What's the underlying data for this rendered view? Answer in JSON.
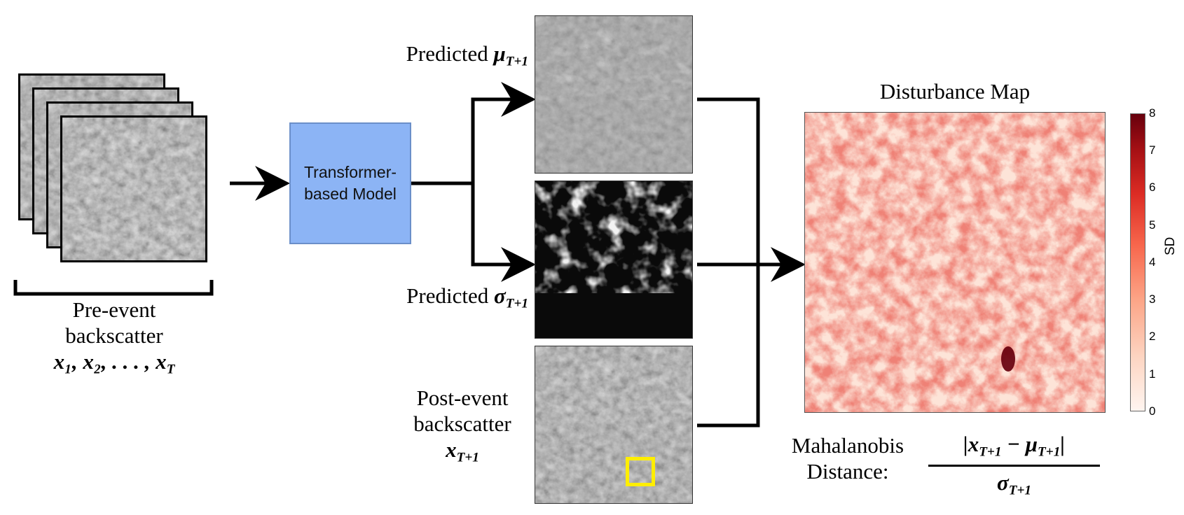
{
  "pre_event": {
    "label_line1": "Pre-event",
    "label_line2": "backscatter",
    "formula": "x₁, x₂, . . . , x",
    "formula_sub": "T"
  },
  "model": {
    "line1": "Transformer-",
    "line2": "based Model"
  },
  "predicted_mu": {
    "text": "Predicted ",
    "symbol": "μ",
    "sub": "T+1"
  },
  "predicted_sigma": {
    "text": "Predicted ",
    "symbol": "σ",
    "sub": "T+1"
  },
  "post_event": {
    "line1": "Post-event",
    "line2": "backscatter",
    "symbol": "x",
    "sub": "T+1"
  },
  "disturbance_map": {
    "title": "Disturbance Map"
  },
  "colorbar": {
    "label": "SD",
    "ticks": [
      "8",
      "7",
      "6",
      "5",
      "4",
      "3",
      "2",
      "1",
      "0"
    ]
  },
  "mahalanobis": {
    "line1": "Mahalanobis",
    "line2": "Distance:",
    "numerator": "|x",
    "numerator_sub1": "T+1",
    "numerator_mid": " − μ",
    "numerator_sub2": "T+1",
    "numerator_end": "|",
    "denominator": "σ",
    "denominator_sub": "T+1"
  },
  "colors": {
    "model_fill": "#8cb4f5",
    "highlight_box": "#ffee00",
    "map_base": "#fde4d8",
    "map_dark": "#67000d"
  }
}
